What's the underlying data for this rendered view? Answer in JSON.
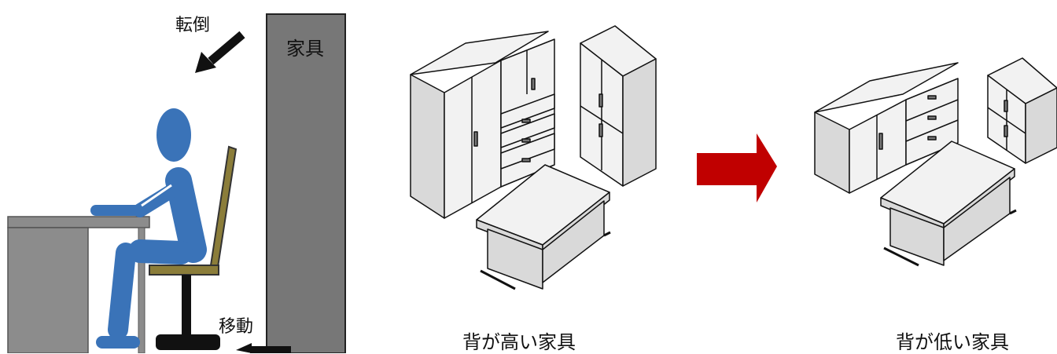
{
  "labels": {
    "fall": "転倒",
    "furniture": "家具",
    "move": "移動",
    "tall_furniture": "背が高い家具",
    "low_furniture": "背が低い家具"
  },
  "colors": {
    "person": "#3a73b8",
    "desk": "#8c8c8c",
    "chair": "#8b7d3a",
    "furniture_panel": "#777777",
    "arrow_red": "#c00000",
    "furniture_light": "#f2f2f2",
    "furniture_side": "#d9d9d9"
  },
  "icons": {
    "fall_arrow": "arrow-down-left-icon",
    "move_arrow": "arrow-left-icon",
    "transition_arrow": "arrow-right-icon"
  }
}
